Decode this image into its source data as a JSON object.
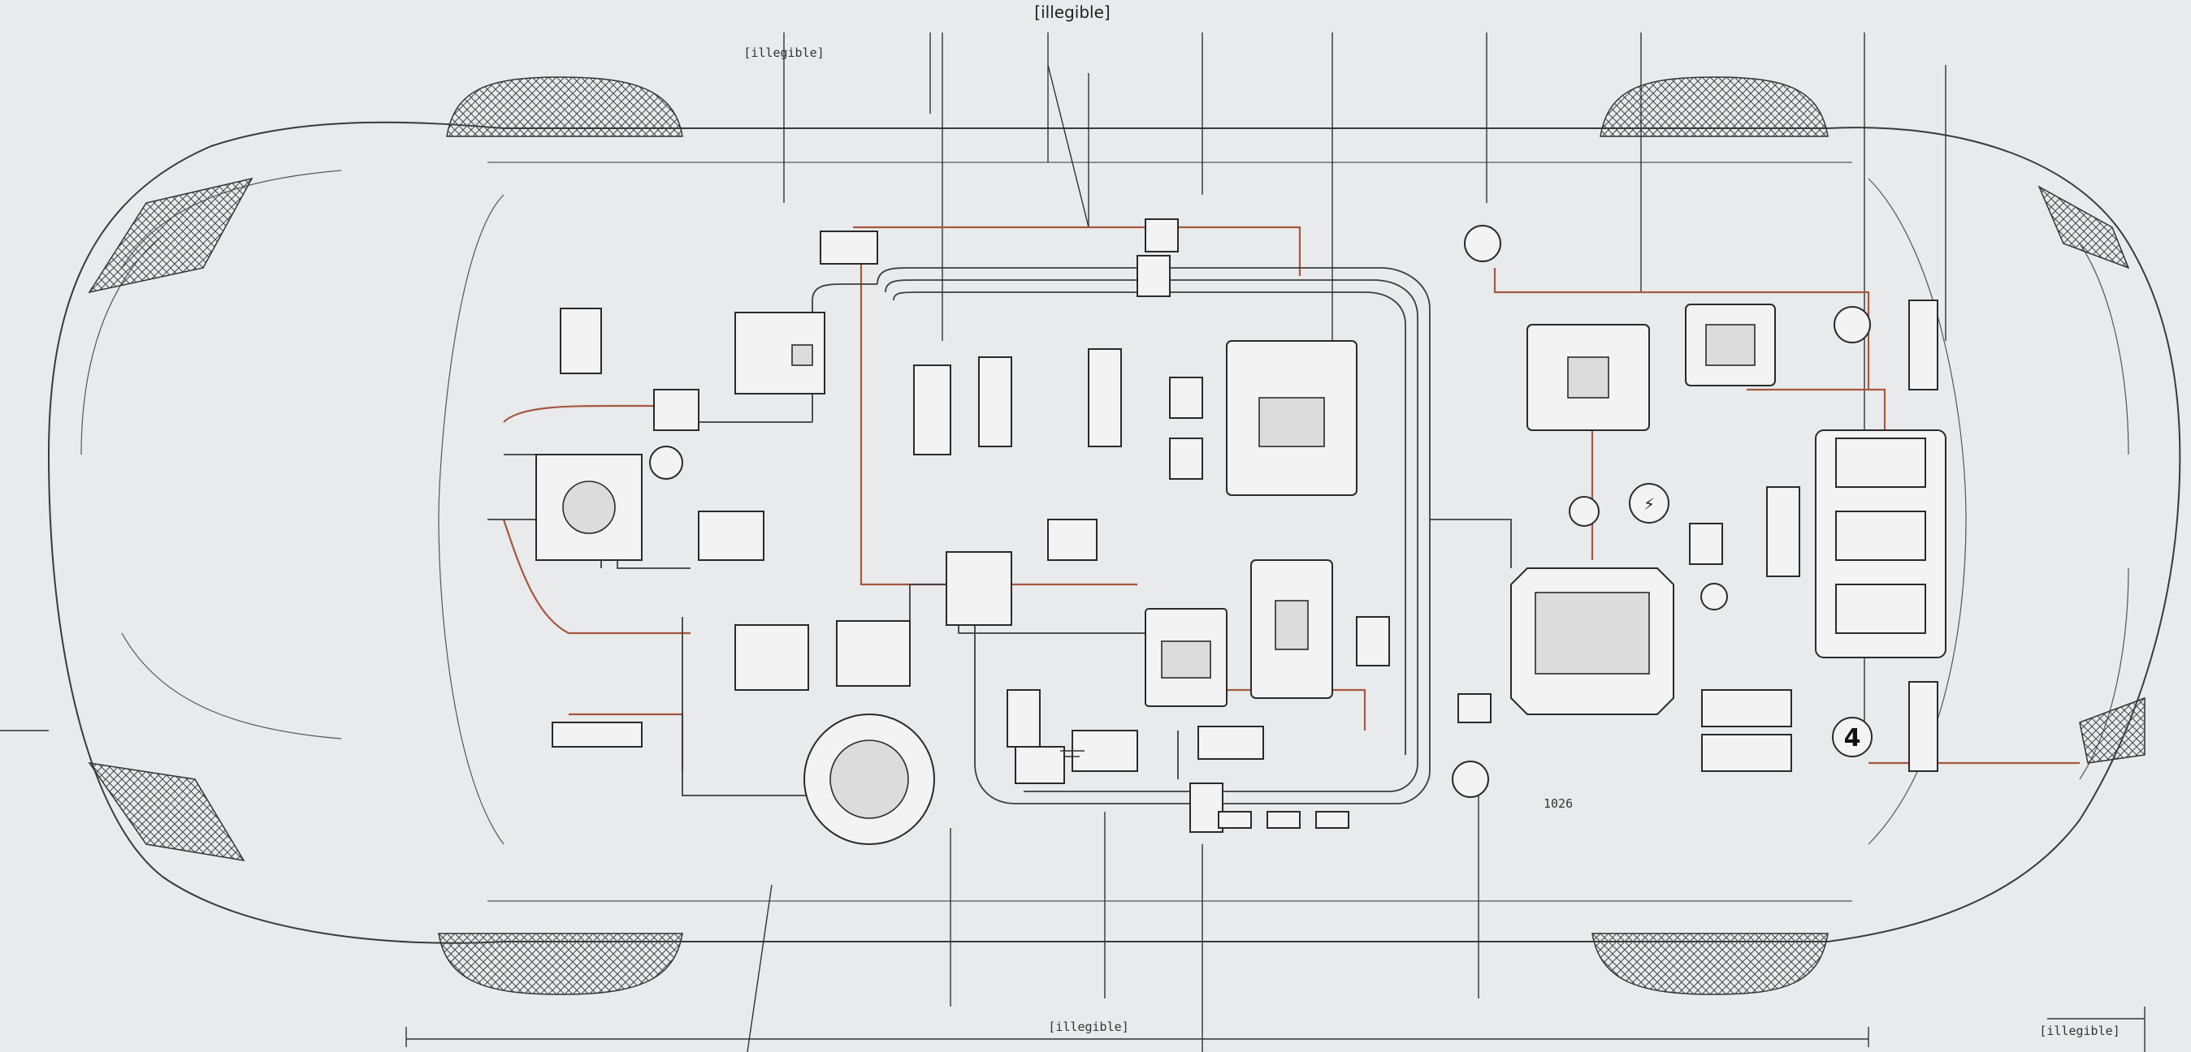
{
  "title": "[illegible]",
  "badge": "4",
  "lightning_symbol": "⚡",
  "colors": {
    "background": "#e9eaec",
    "line": "#3a3a3a",
    "harness_red": "#a6573f",
    "harness_dark": "#3d3d3d"
  },
  "labels": {
    "top_left_part_code": "[illegible]",
    "side_label": "1026",
    "bottom_center_code": "[illegible]",
    "bottom_right_code": "[illegible]"
  },
  "icons": {
    "wheel": "wheel-well-mesh",
    "module": "ecu-module",
    "connector": "harness-connector",
    "lightning": "lightning-icon",
    "ground": "ground-symbol"
  }
}
